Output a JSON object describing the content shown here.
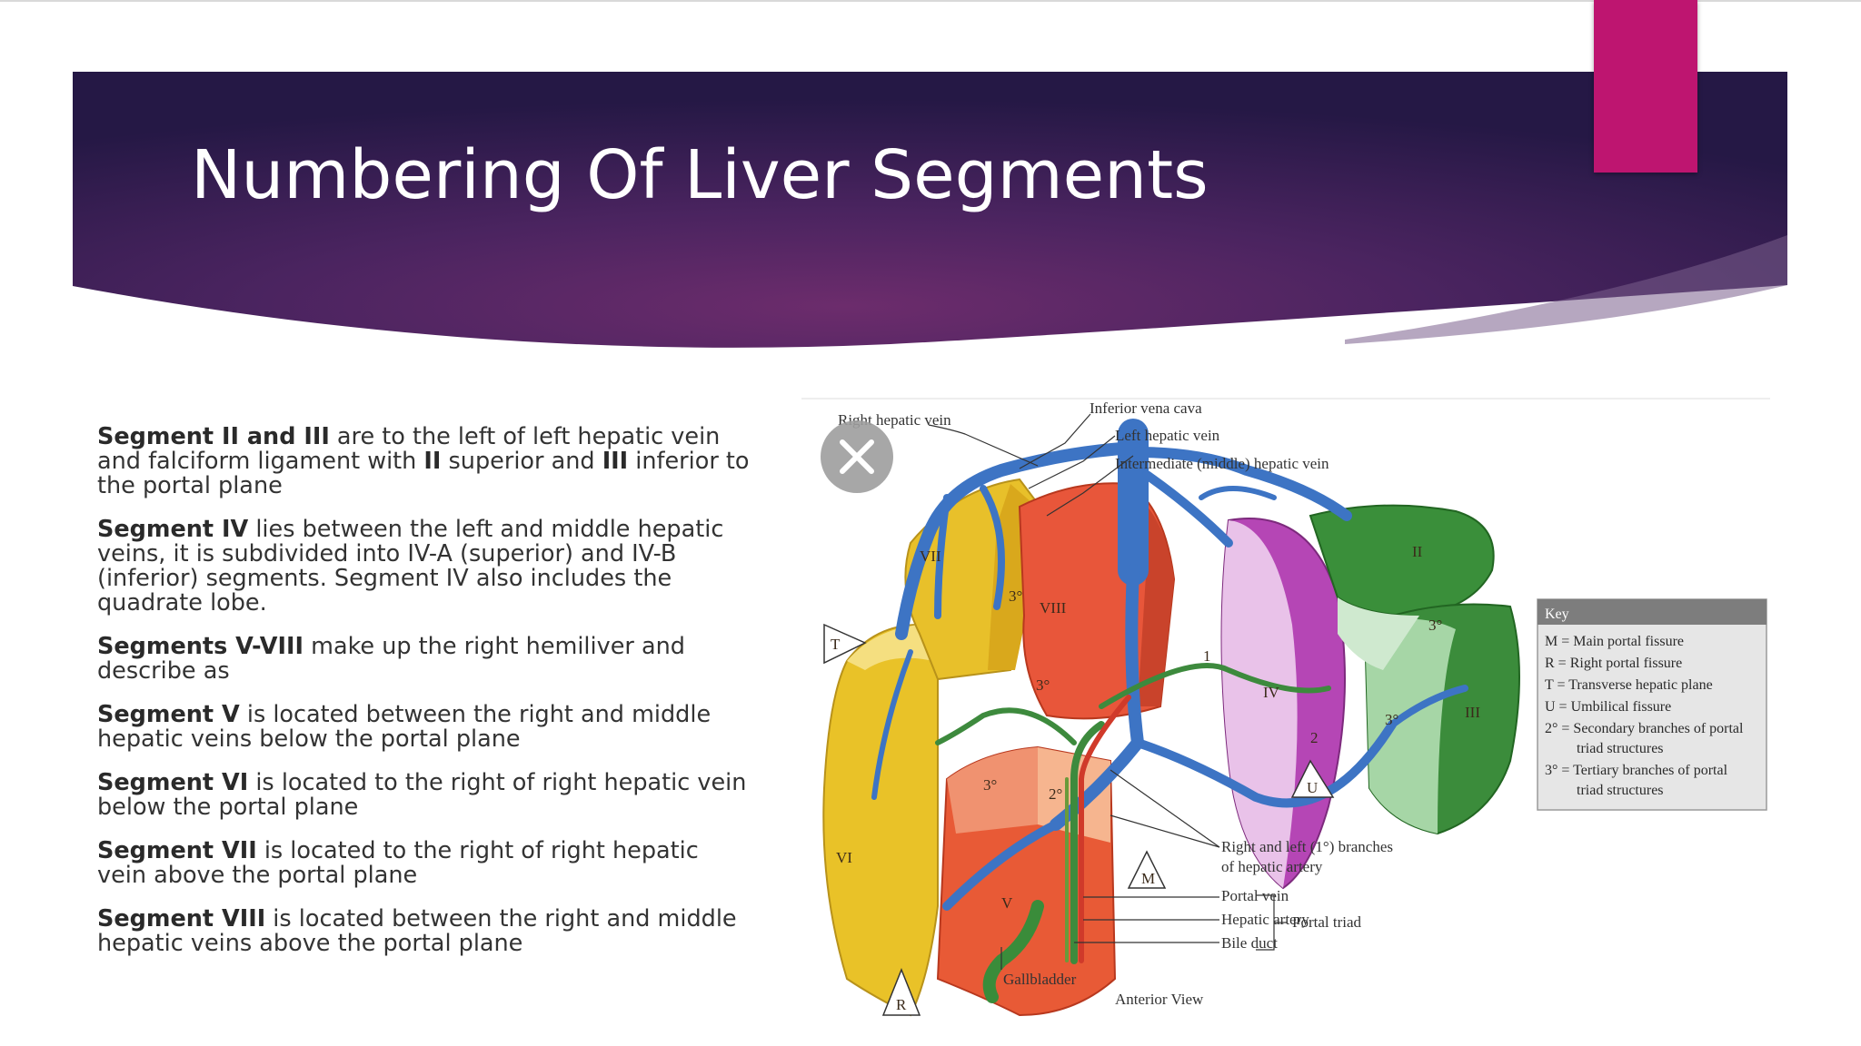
{
  "slide": {
    "title": "Numbering Of Liver Segments",
    "colors": {
      "banner_dark": "#2b1a4d",
      "banner_mid": "#6a2a6e",
      "accent": "#be1570"
    }
  },
  "content": {
    "paragraphs": [
      {
        "bold": "Segment II and III",
        "text": " are to the left of left hepatic vein and falciform ligament with ",
        "bold2": "II",
        "text2": " superior and ",
        "bold3": "III",
        "text3": " inferior to the portal plane"
      },
      {
        "bold": "Segment IV",
        "text": " lies between the left and middle hepatic veins, it is subdivided into IV-A (superior) and IV-B (inferior) segments. Segment IV also includes the quadrate lobe."
      },
      {
        "bold": "Segments V-VIII",
        "text": " make up the right hemiliver and describe as"
      },
      {
        "bold": "Segment V",
        "text": " is located between the right and middle hepatic veins below the portal plane"
      },
      {
        "bold": "Segment VI",
        "text": " is located to the right of right hepatic vein below the portal plane"
      },
      {
        "bold": "Segment VII",
        "text": " is located to the right of right hepatic vein above the portal plane"
      },
      {
        "bold": "Segment VIII",
        "text": " is located between the right and middle hepatic veins above the portal plane"
      }
    ]
  },
  "figure": {
    "close_icon": "close-icon",
    "labels": {
      "right_hepatic_vein": "Right hepatic vein",
      "inferior_vena_cava": "Inferior vena cava",
      "left_hepatic_vein": "Left hepatic vein",
      "intermediate_hepatic_vein": "Intermediate (middle) hepatic vein",
      "branches_1": "Right and left (1°) branches",
      "branches_2": "of hepatic artery",
      "portal_vein": "Portal vein",
      "hepatic_artery": "Hepatic artery",
      "bile_duct": "Bile duct",
      "portal_triad": "Portal triad",
      "gallbladder": "Gallbladder",
      "anterior_view": "Anterior View"
    },
    "segments": {
      "s2": "II",
      "s3": "III",
      "s4": "IV",
      "s5": "V",
      "s6": "VI",
      "s7": "VII",
      "s8": "VIII"
    },
    "markers": {
      "t": "T",
      "r": "R",
      "u": "U",
      "m": "M",
      "third_a": "3°",
      "third_b": "3°",
      "third_c": "3°",
      "third_d": "3°",
      "third_e": "3°",
      "second_a": "2°",
      "second_b": "2",
      "first": "1"
    },
    "key": {
      "title": "Key",
      "items": [
        "M = Main portal fissure",
        "R = Right portal fissure",
        "T = Transverse hepatic plane",
        "U = Umbilical fissure",
        "2° = Secondary branches of portal",
        "triad structures",
        "3° = Tertiary branches of portal",
        "triad structures"
      ]
    }
  }
}
